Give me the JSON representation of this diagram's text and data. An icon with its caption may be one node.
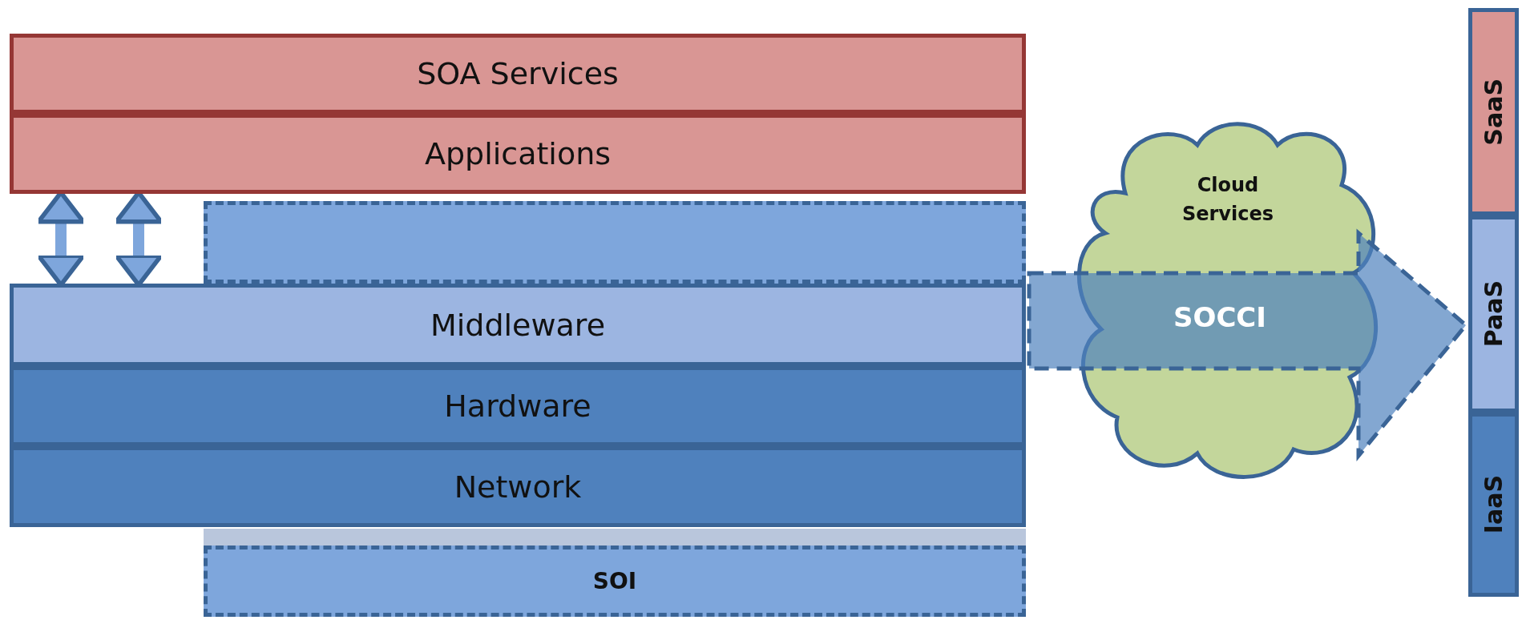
{
  "diagram": {
    "nodes": [
      {
        "text": [
          "SOA Services"
        ]
      },
      {
        "text": [
          "Applications"
        ]
      },
      {
        "text": [],
        "shape": "box"
      },
      {
        "text": [
          "Middleware"
        ]
      },
      {
        "text": [
          "Hardware"
        ]
      },
      {
        "text": [
          "Network"
        ]
      },
      {
        "text": [],
        "shape": "bar"
      },
      {
        "text": [
          "SOI"
        ]
      },
      {
        "text": [
          "Cloud Services"
        ]
      },
      {
        "text": [
          "SOCCI"
        ]
      },
      {
        "text": [
          "SaaS"
        ]
      },
      {
        "text": [
          "PaaS"
        ]
      },
      {
        "text": [
          "IaaS"
        ]
      }
    ],
    "edges": [
      {
        "from": 1,
        "to": 3,
        "arrow": "both"
      },
      {
        "from": 1,
        "to": 3,
        "arrow": "both"
      }
    ]
  }
}
